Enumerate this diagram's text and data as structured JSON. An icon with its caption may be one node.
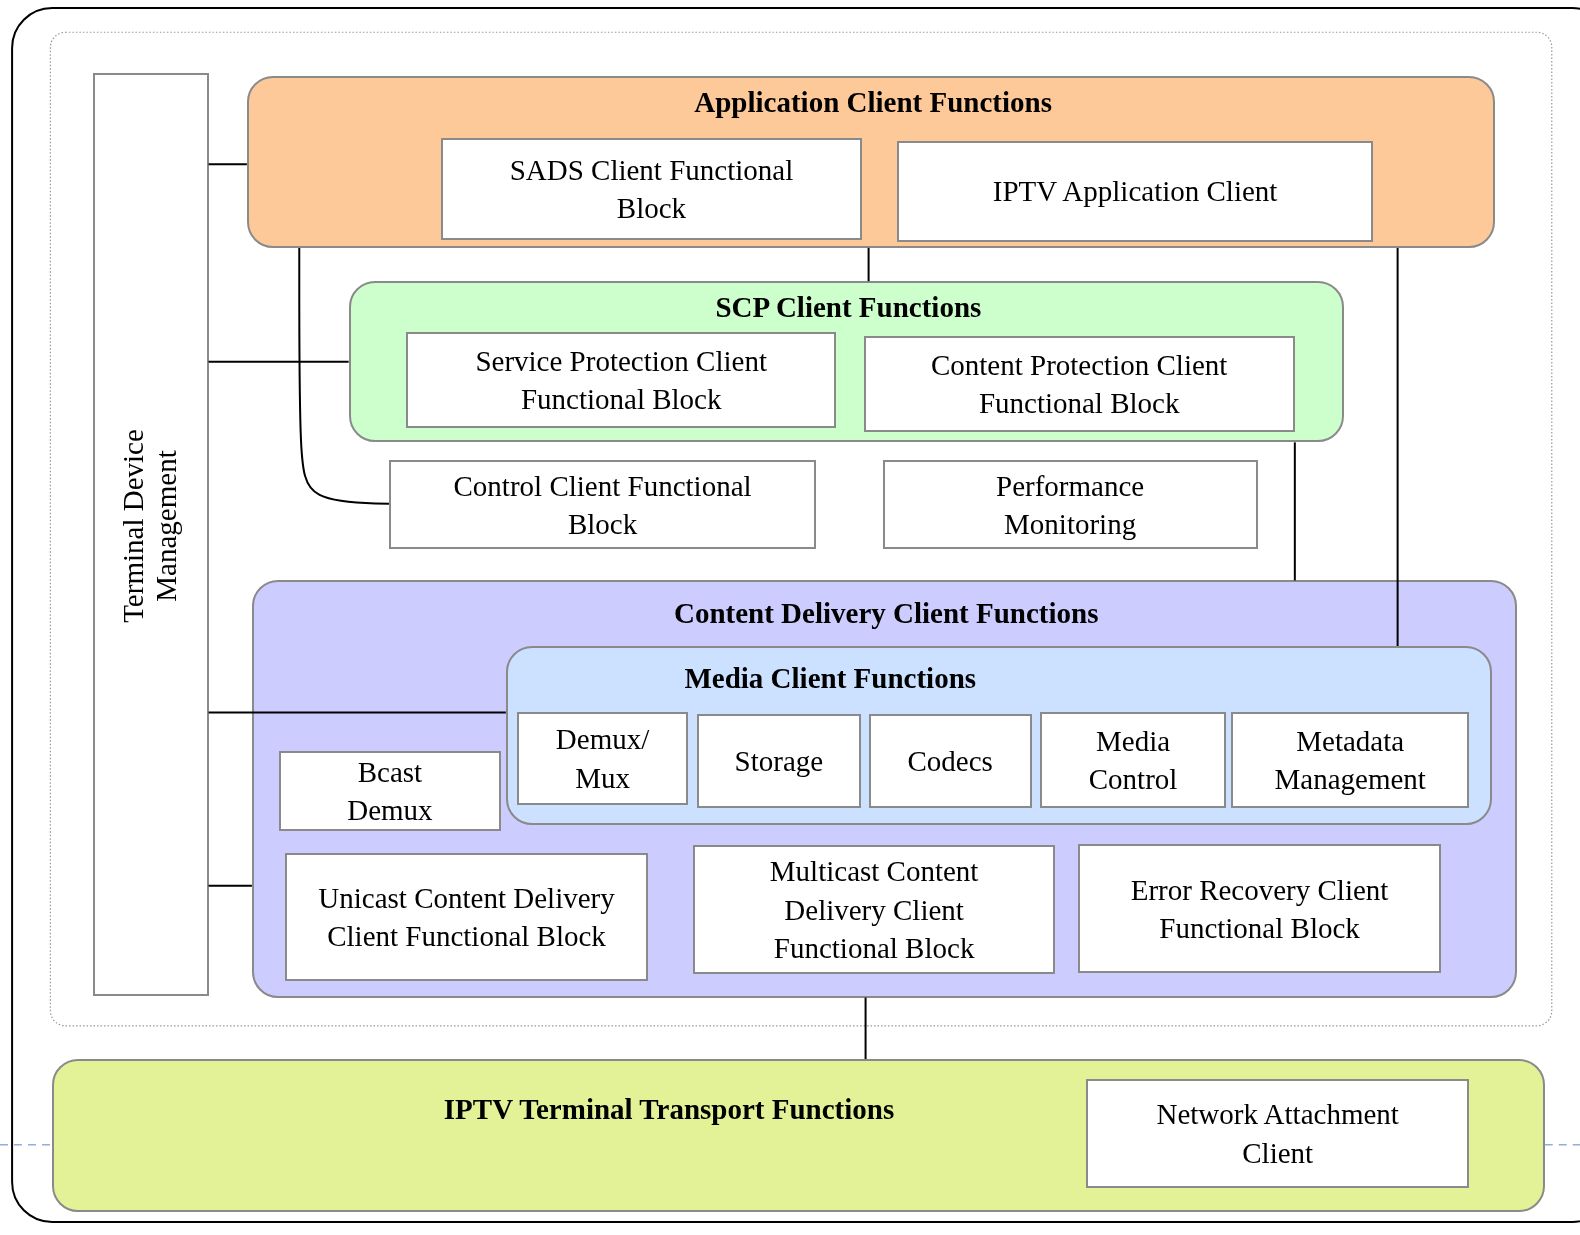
{
  "diagram": {
    "nodes": [
      {
        "text": [
          "Terminal Device Management"
        ]
      },
      {
        "text": [
          "Application Client Functions"
        ]
      },
      {
        "text": [
          "SADS Client Functional Block"
        ],
        "in": 1
      },
      {
        "text": [
          "IPTV Application Client"
        ],
        "in": 1
      },
      {
        "text": [
          "SCP Client Functions"
        ]
      },
      {
        "text": [
          "Service Protection Client Functional Block"
        ],
        "in": 4
      },
      {
        "text": [
          "Content Protection Client Functional Block"
        ],
        "in": 4
      },
      {
        "text": [
          "Control Client Functional Block"
        ]
      },
      {
        "text": [
          "Performance Monitoring"
        ]
      },
      {
        "text": [
          "Content Delivery Client Functions"
        ]
      },
      {
        "text": [
          "Media Client Functions"
        ],
        "in": 9
      },
      {
        "text": [
          "Demux/ Mux"
        ],
        "in": 10
      },
      {
        "text": [
          "Storage"
        ],
        "in": 10
      },
      {
        "text": [
          "Codecs"
        ],
        "in": 10
      },
      {
        "text": [
          "Media Control"
        ],
        "in": 10
      },
      {
        "text": [
          "Metadata Management"
        ],
        "in": 10
      },
      {
        "text": [
          "Bcast Demux"
        ],
        "in": 9
      },
      {
        "text": [
          "Unicast Content Delivery Client Functional Block"
        ],
        "in": 9
      },
      {
        "text": [
          "Multicast Content Delivery Client Functional Block"
        ],
        "in": 9
      },
      {
        "text": [
          "Error Recovery Client Functional Block"
        ],
        "in": 9
      },
      {
        "text": [
          "IPTV Terminal Transport Functions"
        ]
      },
      {
        "text": [
          "Network Attachment Client"
        ],
        "in": 20
      }
    ],
    "edges": [
      {
        "from": 0,
        "to": 1,
        "arrow": "none"
      },
      {
        "from": 0,
        "to": 4,
        "arrow": "none"
      },
      {
        "from": 0,
        "to": 10,
        "arrow": "none"
      },
      {
        "from": 0,
        "to": 9,
        "arrow": "none"
      },
      {
        "from": 1,
        "to": 4,
        "arrow": "none"
      },
      {
        "from": 1,
        "to": 7,
        "arrow": "none"
      },
      {
        "from": 1,
        "to": 10,
        "arrow": "none"
      },
      {
        "from": 4,
        "to": 9,
        "arrow": "none"
      },
      {
        "from": 9,
        "to": 20,
        "arrow": "none"
      }
    ]
  }
}
